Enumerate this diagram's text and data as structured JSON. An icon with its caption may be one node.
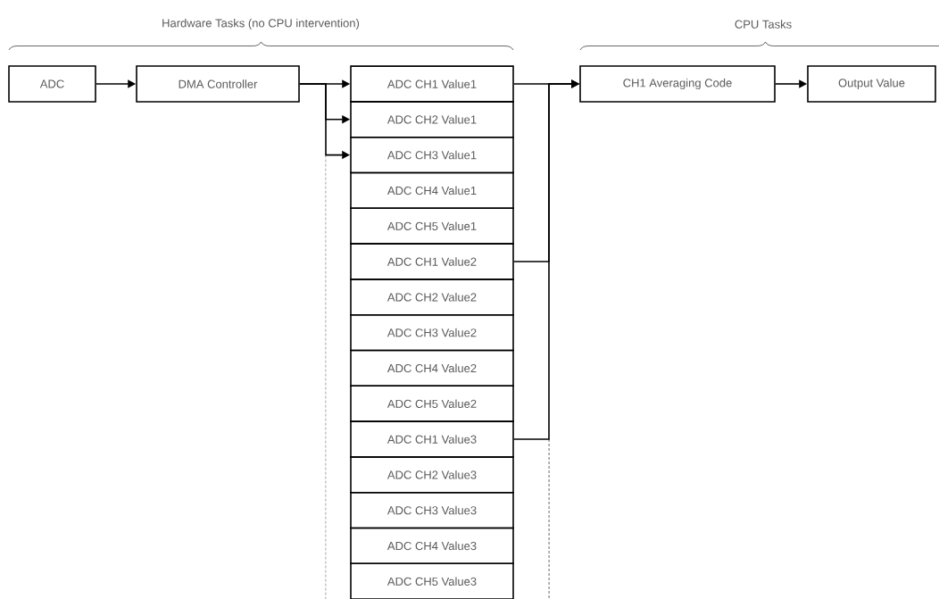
{
  "diagram": {
    "nodes": [
      {
        "text": [
          "ADC"
        ]
      },
      {
        "text": [
          "DMA Controller"
        ]
      },
      {
        "text": [
          "ADC CH1 Value1"
        ]
      },
      {
        "text": [
          "ADC CH2 Value1"
        ]
      },
      {
        "text": [
          "ADC CH3 Value1"
        ]
      },
      {
        "text": [
          "ADC CH4 Value1"
        ]
      },
      {
        "text": [
          "ADC CH5 Value1"
        ]
      },
      {
        "text": [
          "ADC CH1 Value2"
        ]
      },
      {
        "text": [
          "ADC CH2 Value2"
        ]
      },
      {
        "text": [
          "ADC CH3 Value2"
        ]
      },
      {
        "text": [
          "ADC CH4 Value2"
        ]
      },
      {
        "text": [
          "ADC CH5 Value2"
        ]
      },
      {
        "text": [
          "ADC CH1 Value3"
        ]
      },
      {
        "text": [
          "ADC CH2 Value3"
        ]
      },
      {
        "text": [
          "ADC CH3 Value3"
        ]
      },
      {
        "text": [
          "ADC CH4 Value3"
        ]
      },
      {
        "text": [
          "ADC CH5 Value3"
        ]
      },
      {
        "text": [
          "CH1 Averaging Code"
        ]
      },
      {
        "text": [
          "Output Value"
        ]
      }
    ],
    "edges": [
      {
        "from": 0,
        "to": 1,
        "arrow": "to"
      },
      {
        "from": 1,
        "to": 2,
        "arrow": "to"
      },
      {
        "from": 1,
        "to": 3,
        "arrow": "to"
      },
      {
        "from": 1,
        "to": 4,
        "arrow": "to"
      },
      {
        "from": 2,
        "to": 17,
        "arrow": "to"
      },
      {
        "from": 7,
        "to": 17,
        "arrow": "to"
      },
      {
        "from": 12,
        "to": 17,
        "arrow": "to"
      },
      {
        "from": 17,
        "to": 18,
        "arrow": "to"
      }
    ],
    "labels": [
      "Hardware Tasks (no CPU intervention)",
      "CPU Tasks"
    ]
  }
}
